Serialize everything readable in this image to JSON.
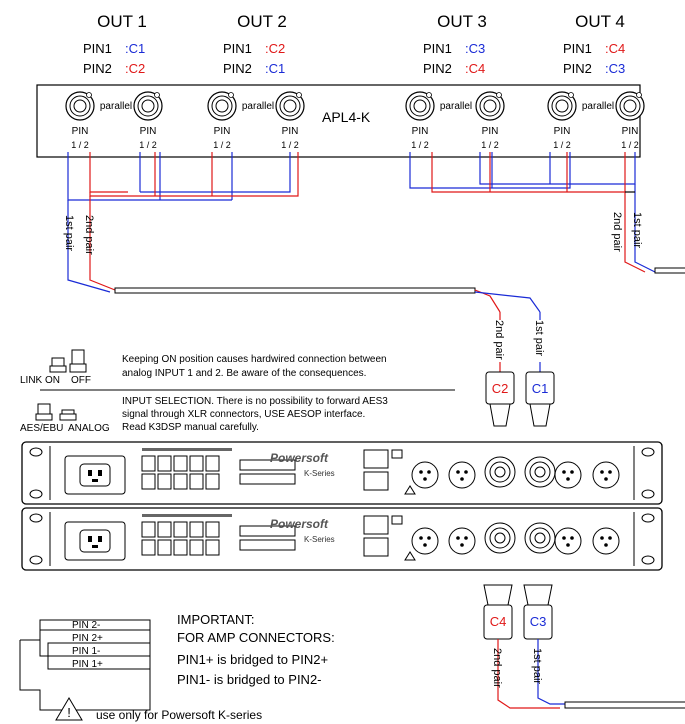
{
  "colors": {
    "blue": "#1a2bd6",
    "red": "#e01818",
    "black": "#000000",
    "grey": "#888888"
  },
  "outputs": [
    {
      "title": "OUT 1",
      "pin1_label": "PIN1",
      "pin1_value": ":C1",
      "pin1_color": "blue",
      "pin2_label": "PIN2",
      "pin2_value": ":C2",
      "pin2_color": "red"
    },
    {
      "title": "OUT 2",
      "pin1_label": "PIN1",
      "pin1_value": ":C2",
      "pin1_color": "red",
      "pin2_label": "PIN2",
      "pin2_value": ":C1",
      "pin2_color": "blue"
    },
    {
      "title": "OUT 3",
      "pin1_label": "PIN1",
      "pin1_value": ":C3",
      "pin1_color": "blue",
      "pin2_label": "PIN2",
      "pin2_value": ":C4",
      "pin2_color": "red"
    },
    {
      "title": "OUT 4",
      "pin1_label": "PIN1",
      "pin1_value": ":C4",
      "pin1_color": "red",
      "pin2_label": "PIN2",
      "pin2_value": ":C3",
      "pin2_color": "blue"
    }
  ],
  "panel": {
    "model": "APL4-K",
    "parallel_label": "parallel",
    "pin_label": "PIN",
    "pin_pair": "1 / 2"
  },
  "cables": {
    "first_pair": "1st pair",
    "second_pair": "2nd pair"
  },
  "plugs": {
    "c1": "C1",
    "c2": "C2",
    "c3": "C3",
    "c4": "C4"
  },
  "switches": {
    "link_on": "LINK ON",
    "off": "OFF",
    "link_note_line1": "Keeping ON position causes hardwired connection between",
    "link_note_line2": "analog INPUT 1 and 2. Be aware of the consequences.",
    "aes_ebu": "AES/EBU",
    "analog": "ANALOG",
    "input_note_line1": "INPUT SELECTION. There is no possibility to forward AES3",
    "input_note_line2": "signal through XLR connectors, USE AESOP interface.",
    "input_note_line3": "Read K3DSP manual carefully."
  },
  "amp": {
    "brand": "Powersoft",
    "series": "K-Series"
  },
  "bridge": {
    "rows": [
      "PIN 2-",
      "PIN 2+",
      "PIN 1-",
      "PIN 1+"
    ]
  },
  "important": {
    "line1": "IMPORTANT:",
    "line2": "FOR AMP CONNECTORS:",
    "line3": "PIN1+ is bridged to PIN2+",
    "line4": "PIN1-  is bridged to PIN2-"
  },
  "warning": {
    "symbol": "!",
    "text": "use only for Powersoft K-series"
  }
}
